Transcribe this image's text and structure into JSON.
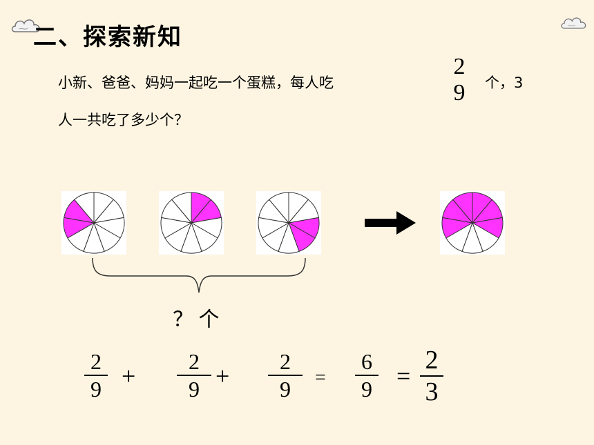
{
  "title": "二、探索新知",
  "problem": {
    "line1_before": "小新、爸爸、妈妈一起吃一个蛋糕，每人吃",
    "fraction": {
      "numerator": "2",
      "denominator": "9"
    },
    "line1_after": "个，3",
    "line2": "人一共吃了多少个？"
  },
  "pies": [
    {
      "slices": 9,
      "highlighted": [
        6,
        7
      ]
    },
    {
      "slices": 9,
      "highlighted": [
        0,
        1
      ]
    },
    {
      "slices": 9,
      "highlighted": [
        2,
        3
      ]
    },
    {
      "slices": 9,
      "highlighted": [
        6,
        7,
        8,
        0,
        1,
        2
      ]
    }
  ],
  "colors": {
    "highlight": "#ff33ff",
    "background": "#fdf5e2"
  },
  "question_label": "？ 个",
  "equation": {
    "terms": [
      {
        "numerator": "2",
        "denominator": "9"
      },
      {
        "numerator": "2",
        "denominator": "9"
      },
      {
        "numerator": "2",
        "denominator": "9"
      },
      {
        "numerator": "6",
        "denominator": "9"
      },
      {
        "numerator": "2",
        "denominator": "3"
      }
    ],
    "plus": "+",
    "equals": "="
  },
  "icons": [
    "cloud-icon",
    "right-arrow-icon",
    "curly-brace-icon"
  ]
}
